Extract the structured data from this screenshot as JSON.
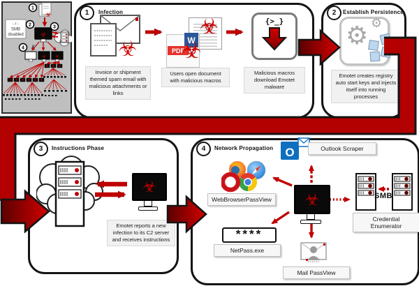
{
  "colors": {
    "accent_red": "#c00000",
    "flow_red_dark": "#5a0000",
    "flow_red_bright": "#d40000",
    "panel_gray": "#bfbfbf",
    "caption_bg": "#f1f1f1",
    "word_blue": "#2b579a",
    "outlook_blue": "#0e6fc0",
    "pdf_red": "#e5322e",
    "infected_screen": "#0a0a0a"
  },
  "icons": {
    "biohazard": "☣",
    "gear": "⚙",
    "x_mark": "✗"
  },
  "pre": {
    "steps": [
      "1",
      "2",
      "3",
      "4"
    ],
    "smb_note_line1": "- / -",
    "smb_note_line2": "SMB",
    "smb_note_line3": "disabled"
  },
  "phases": {
    "p1": {
      "number": "1",
      "title": "Infection",
      "caption_email": "Invoice or shipment themed spam email with malicious attachments or links",
      "caption_docs": "Users open document with malicious macros",
      "caption_macros": "Malicious macros download Emotet malware",
      "word_letter": "W",
      "pdf_label": "PDF",
      "script_glyph": "{>_}"
    },
    "p2": {
      "number": "2",
      "title": "Establish Persistence",
      "caption": "Emotet creates registry auto start keys and injects itself into running processes"
    },
    "p3": {
      "number": "3",
      "title": "Instructions Phase",
      "caption": "Emotet reports a new infection to its C2 server and receives instructions"
    },
    "p4": {
      "number": "4",
      "title": "Network Propagation",
      "outlook_scraper": "Outlook Scraper",
      "webbrowser_passview": "WebBrowserPassView",
      "netpass": "NetPass.exe",
      "mail_passview": "Mail PassView",
      "credential_enumerator": "Credential Enumerator",
      "smb": "SMB",
      "password_mask": "****",
      "outlook_letter": "O"
    }
  }
}
